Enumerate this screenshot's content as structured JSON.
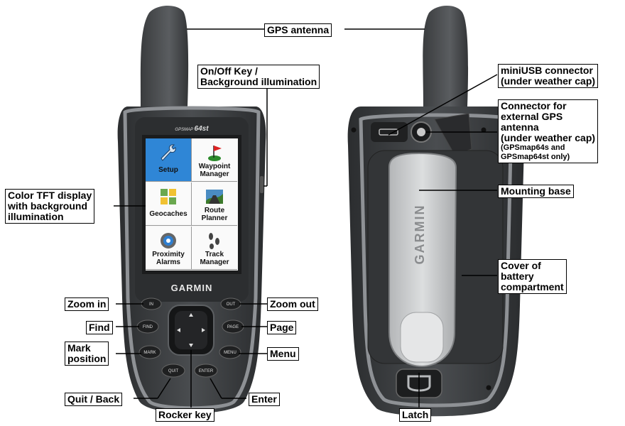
{
  "device": {
    "model_text": "GPSMAP 64st",
    "model_prefix": "GPSMAP",
    "model_suffix": "64st",
    "brand_front": "GARMIN",
    "brand_back": "GARMIN"
  },
  "screen_menu": [
    {
      "label_line1": "Setup",
      "label_line2": "",
      "icon": "wrench-icon",
      "selected": true
    },
    {
      "label_line1": "Waypoint",
      "label_line2": "Manager",
      "icon": "waypoint-flag-icon",
      "selected": false
    },
    {
      "label_line1": "Geocaches",
      "label_line2": "",
      "icon": "geocache-icon",
      "selected": false
    },
    {
      "label_line1": "Route",
      "label_line2": "Planner",
      "icon": "route-icon",
      "selected": false
    },
    {
      "label_line1": "Proximity",
      "label_line2": "Alarms",
      "icon": "proximity-alarm-icon",
      "selected": false
    },
    {
      "label_line1": "Track",
      "label_line2": "Manager",
      "icon": "track-icon",
      "selected": false
    }
  ],
  "keys": {
    "in": "IN",
    "out": "OUT",
    "find": "FIND",
    "page": "PAGE",
    "mark": "MARK",
    "menu": "MENU",
    "quit": "QUIT",
    "enter": "ENTER"
  },
  "callouts": {
    "gps_antenna": "GPS antenna",
    "onoff_line1": "On/Off Key /",
    "onoff_line2": "Background illumination",
    "display_line1": "Color TFT display",
    "display_line2": "with background",
    "display_line3": "illumination",
    "zoom_in": "Zoom in",
    "zoom_out": "Zoom out",
    "find": "Find",
    "page": "Page",
    "mark_line1": "Mark",
    "mark_line2": "position",
    "menu": "Menu",
    "quit_back": "Quit / Back",
    "enter": "Enter",
    "rocker": "Rocker key",
    "miniusb_line1": "miniUSB connector",
    "miniusb_line2": "(under weather cap)",
    "ext_line1": "Connector for",
    "ext_line2": "external GPS",
    "ext_line3": "antenna",
    "ext_line4": "(under weather cap)",
    "ext_note1": "(GPSmap64s and",
    "ext_note2": "GPSmap64st only)",
    "mounting_base": "Mounting base",
    "battery_line1": "Cover of",
    "battery_line2": "battery",
    "battery_line3": "compartment",
    "latch": "Latch"
  },
  "colors": {
    "body_dark": "#3a3c3e",
    "body_rim": "#8e9195",
    "screen_bg": "#f4f4f4",
    "selected_tile": "#2f86d6",
    "clip": "#c9cbcd"
  }
}
